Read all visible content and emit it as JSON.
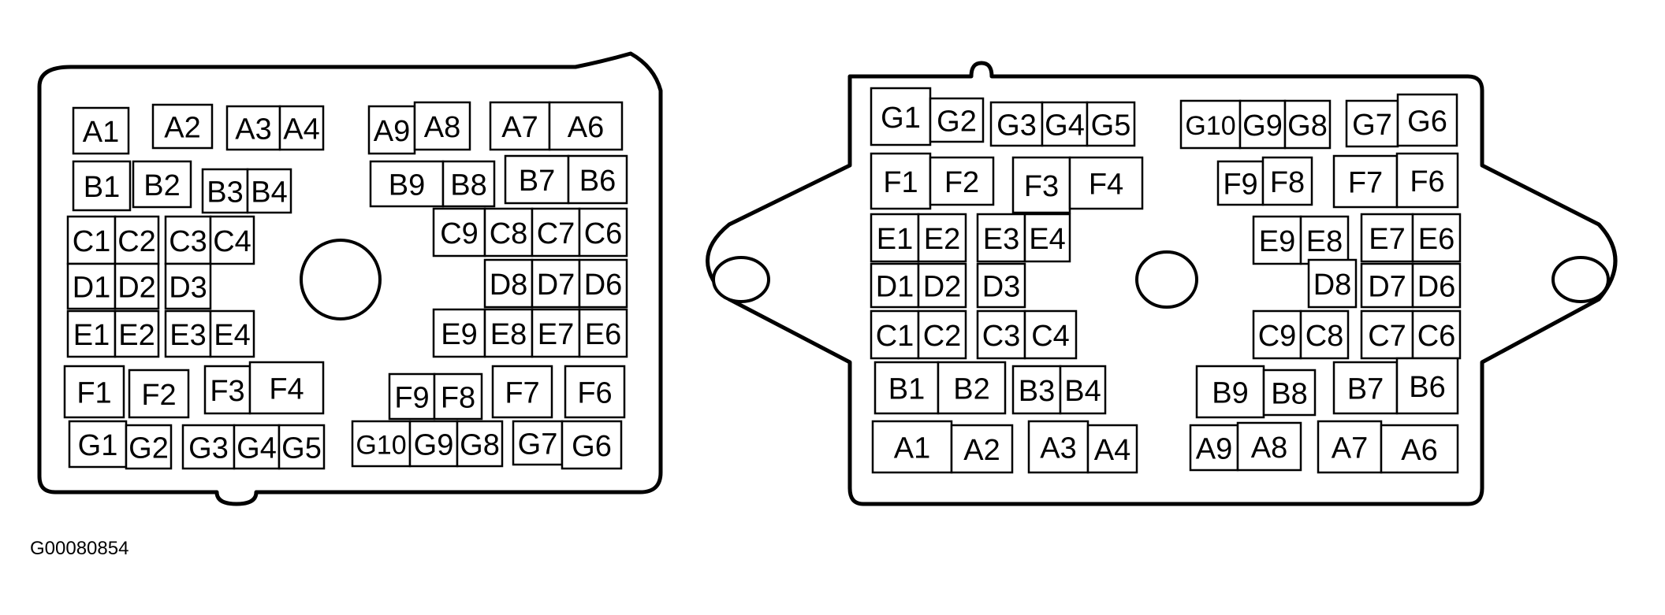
{
  "figure_id": "G00080854",
  "connectors": [
    {
      "view": "left",
      "cavities": [
        "A1",
        "A2",
        "A3",
        "A4",
        "A9",
        "A8",
        "A7",
        "A6",
        "B1",
        "B2",
        "B3",
        "B4",
        "B9",
        "B8",
        "B7",
        "B6",
        "C1",
        "C2",
        "C3",
        "C4",
        "C9",
        "C8",
        "C7",
        "C6",
        "D1",
        "D2",
        "D3",
        "D8",
        "D7",
        "D6",
        "E1",
        "E2",
        "E3",
        "E4",
        "E9",
        "E8",
        "E7",
        "E6",
        "F1",
        "F2",
        "F3",
        "F4",
        "F9",
        "F8",
        "F7",
        "F6",
        "G1",
        "G2",
        "G3",
        "G4",
        "G5",
        "G10",
        "G9",
        "G8",
        "G7",
        "G6"
      ]
    },
    {
      "view": "right",
      "cavities": [
        "G1",
        "G2",
        "G3",
        "G4",
        "G5",
        "G10",
        "G9",
        "G8",
        "G7",
        "G6",
        "F1",
        "F2",
        "F3",
        "F4",
        "F9",
        "F8",
        "F7",
        "F6",
        "E1",
        "E2",
        "E3",
        "E4",
        "E9",
        "E8",
        "E7",
        "E6",
        "D1",
        "D2",
        "D3",
        "D8",
        "D7",
        "D6",
        "C1",
        "C2",
        "C3",
        "C4",
        "C9",
        "C8",
        "C7",
        "C6",
        "B1",
        "B2",
        "B3",
        "B4",
        "B9",
        "B8",
        "B7",
        "B6",
        "A1",
        "A2",
        "A3",
        "A4",
        "A9",
        "A8",
        "A7",
        "A6"
      ]
    }
  ]
}
